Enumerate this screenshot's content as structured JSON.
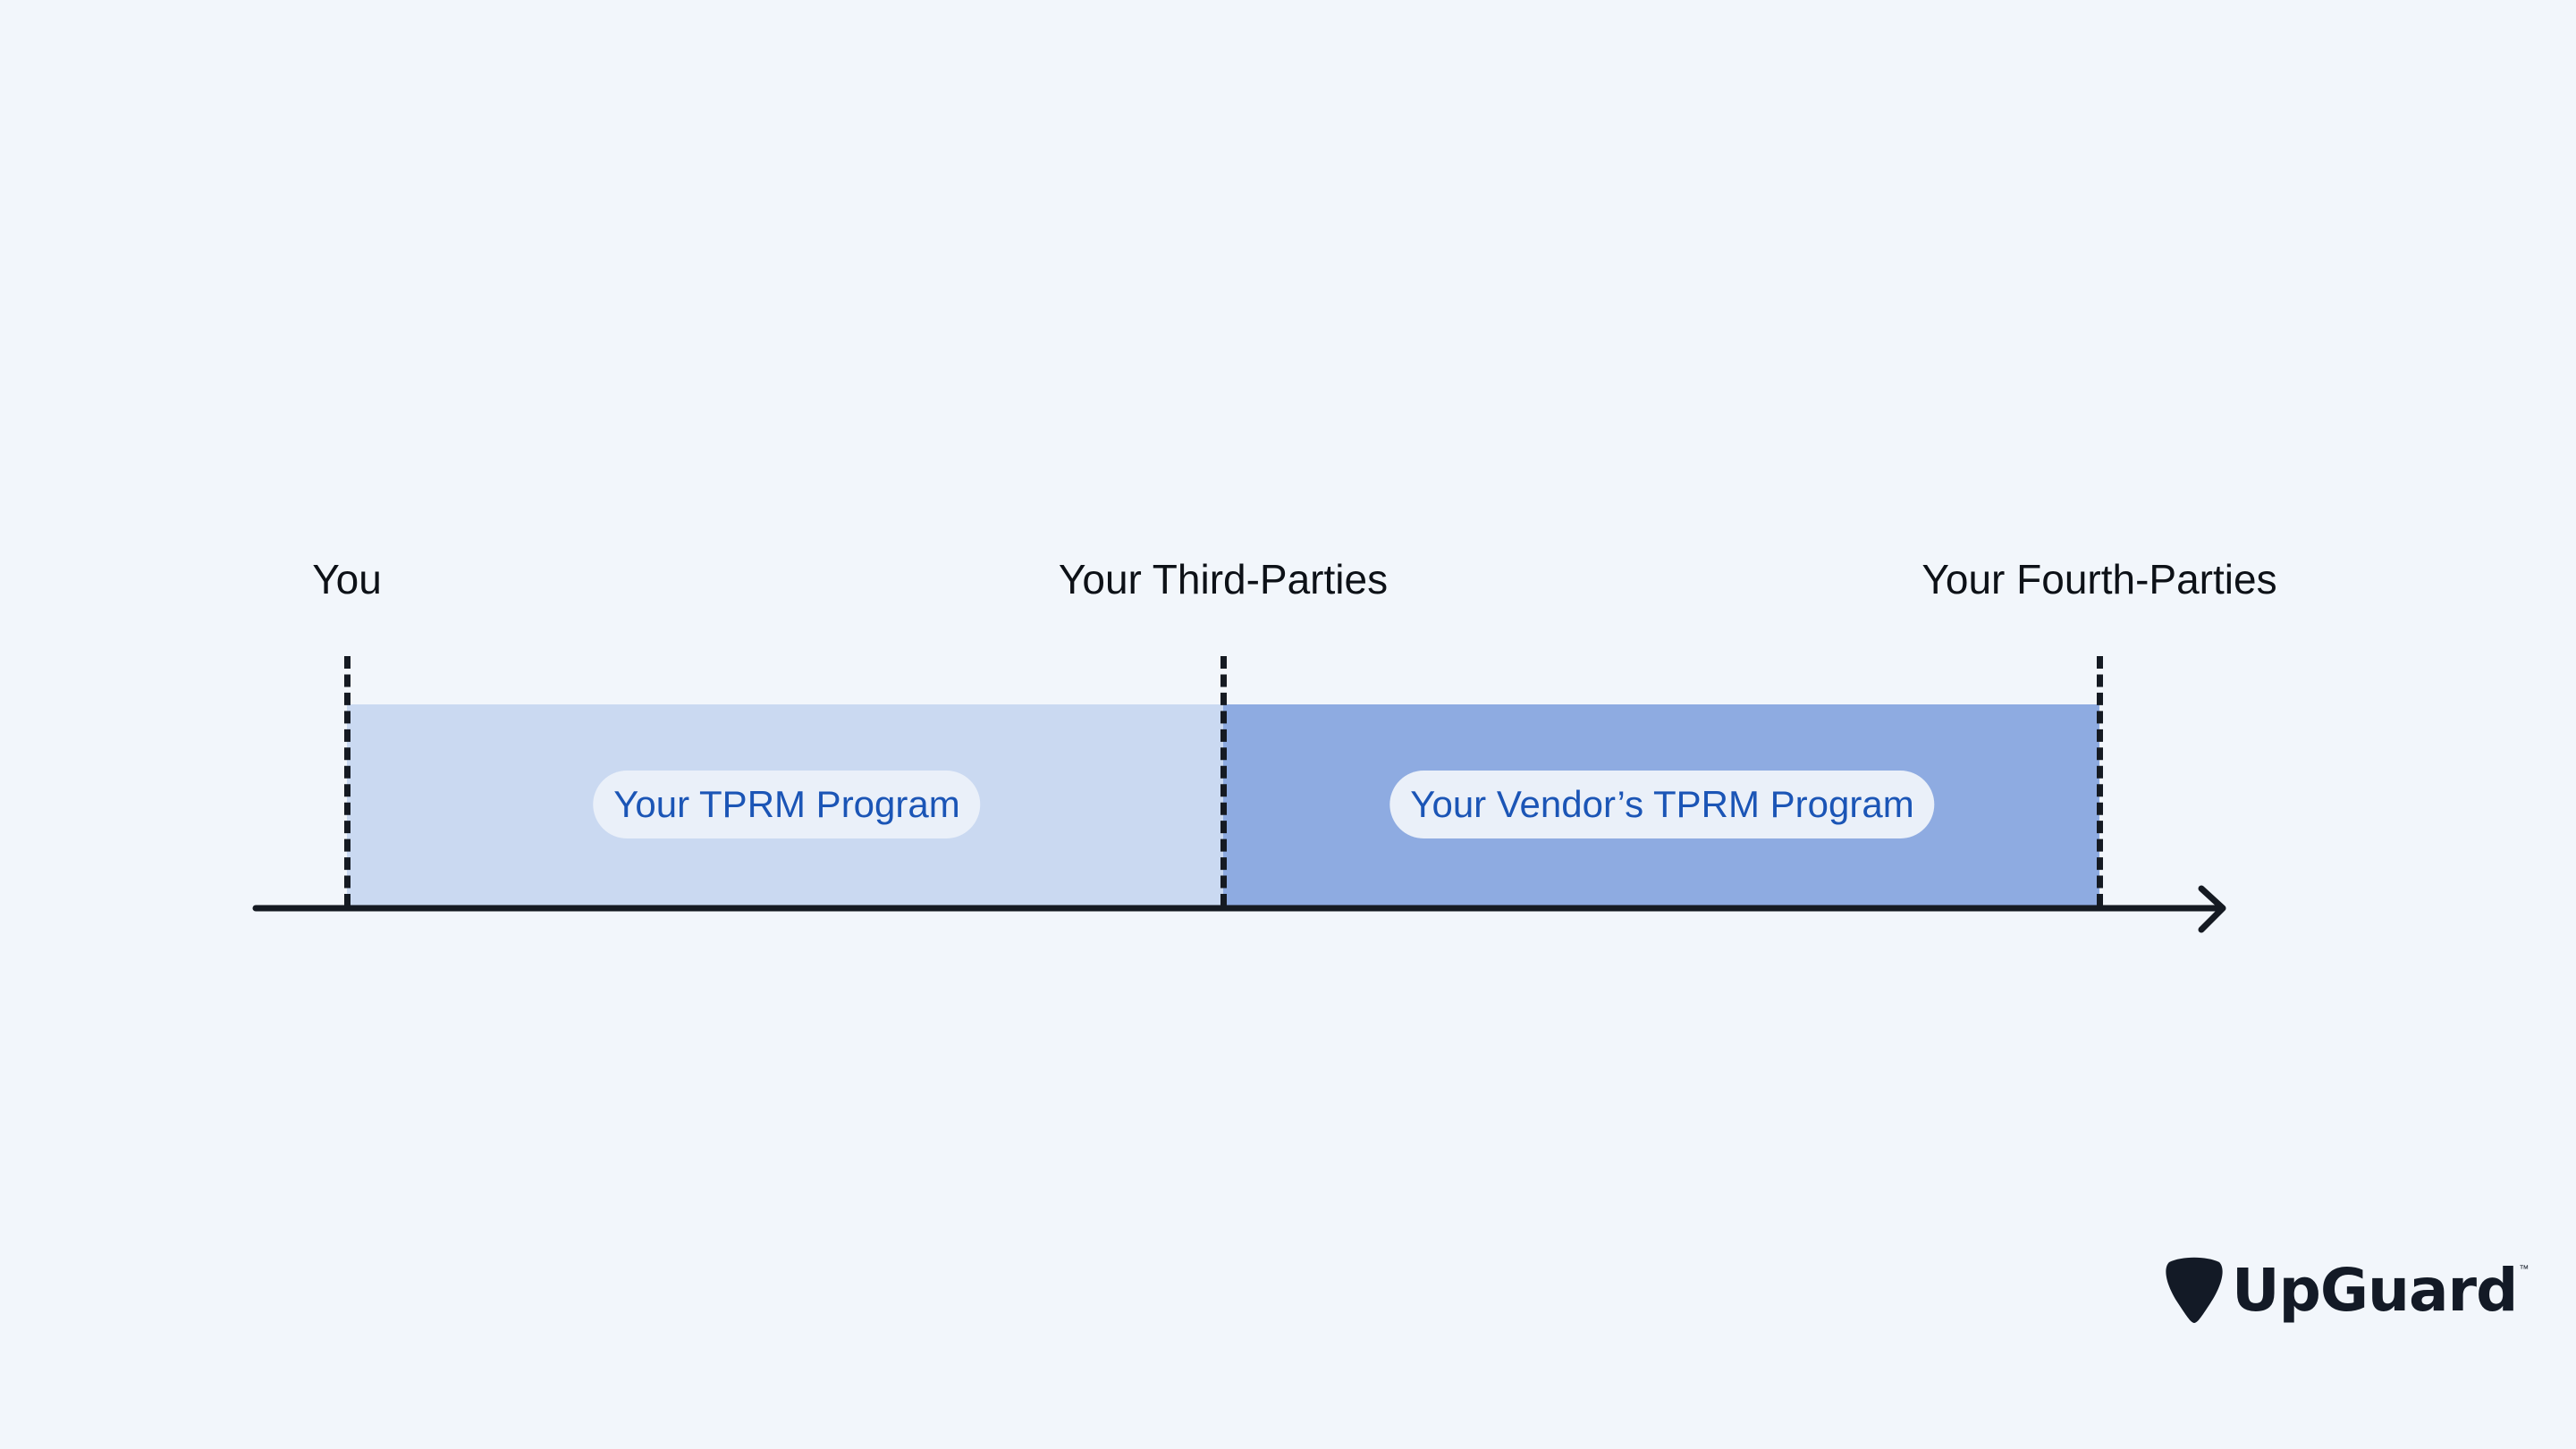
{
  "points": [
    {
      "label": "You"
    },
    {
      "label": "Your Third-Parties"
    },
    {
      "label": "Your Fourth-Parties"
    }
  ],
  "segments": [
    {
      "label": "Your TPRM Program",
      "color": "#cad9f1"
    },
    {
      "label": "Your Vendor’s TPRM Program",
      "color": "#8eabe1"
    }
  ],
  "brand": {
    "name": "UpGuard",
    "trademark": "™",
    "icon": "guitar-pick-icon"
  },
  "colors": {
    "background": "#f2f6fb",
    "axis": "#151a22",
    "pill_text": "#1b55b6",
    "pill_background": "#eaf0f9"
  }
}
